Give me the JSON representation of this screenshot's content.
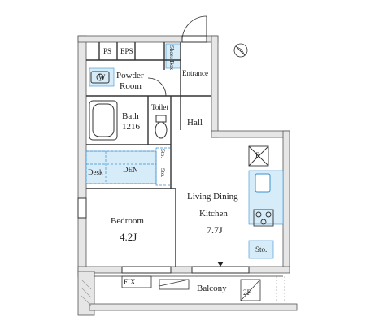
{
  "rooms": {
    "ps": "PS",
    "eps": "EPS",
    "shoes_box": "Shoes Box",
    "w": "W",
    "powder_room": [
      "Powder",
      "Room"
    ],
    "entrance": "Entrance",
    "bath": [
      "Bath",
      "1216"
    ],
    "toilet": "Toilet",
    "hall": "Hall",
    "sto_upper": "Sto.",
    "sto_lower": "Sto.",
    "desk": "Desk",
    "den": "DEN",
    "r": "R",
    "ldk": [
      "Living Dining",
      "Kitchen"
    ],
    "ldk_size": "7.7J",
    "bedroom": "Bedroom",
    "bedroom_size": "4.2J",
    "sto_kitchen": "Sto.",
    "fix": "FIX",
    "balcony": "Balcony",
    "two_f": "2F"
  },
  "colors": {
    "wall": "#e6e6e6",
    "wall_edge": "#555555",
    "storage_fill": "#d6ecf8",
    "storage_edge": "#3a8fd0",
    "line": "#333333"
  },
  "icons": {
    "north_arrow": "compass-north-icon",
    "entrance_marker": "triangle-down-icon"
  }
}
